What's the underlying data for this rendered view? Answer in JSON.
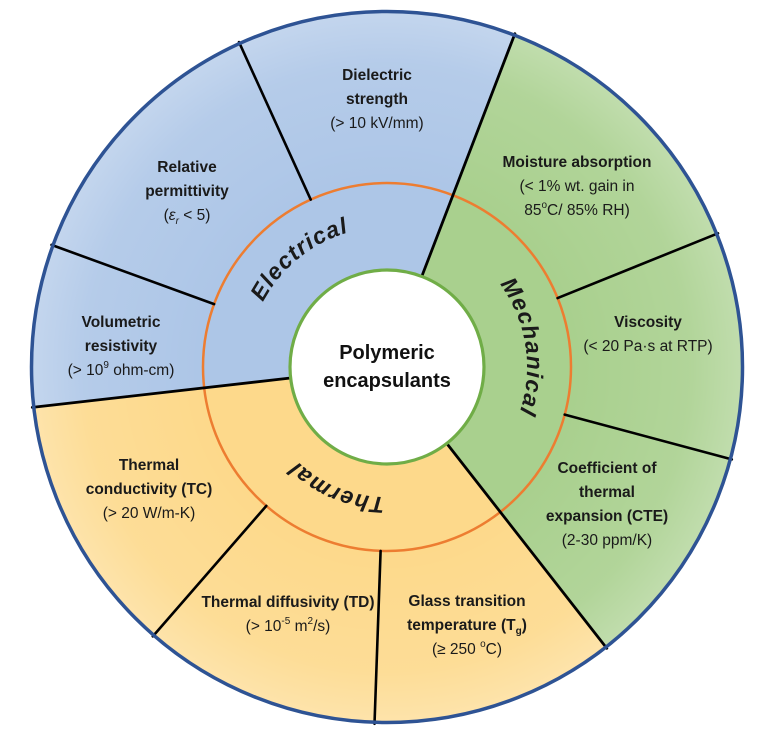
{
  "center": {
    "line1": "Polymeric",
    "line2": "encapsulants"
  },
  "colors": {
    "electrical_fill": "#adc6e7",
    "mechanical_fill": "#a9d08e",
    "thermal_fill": "#fdd98b",
    "outer_ring": "#2e5394",
    "orange_ring": "#ed7d31",
    "green_ring": "#70ad47",
    "divider_line": "#000000"
  },
  "categories": {
    "electrical": {
      "label": "Electrical"
    },
    "mechanical": {
      "label": "Mechanical"
    },
    "thermal": {
      "label": "Thermal"
    }
  },
  "segments": {
    "dielectric": {
      "name1": "Dielectric",
      "name2": "strength",
      "value": "(> 10 kV/mm)"
    },
    "moisture": {
      "name": "Moisture absorption",
      "value1": "(< 1% wt. gain in",
      "value2_pre": "85",
      "value2_sup": "o",
      "value2_post": "C/ 85% RH)"
    },
    "viscosity": {
      "name": "Viscosity",
      "value": "(< 20 Pa·s at RTP)"
    },
    "cte": {
      "name1": "Coefficient of",
      "name2": "thermal",
      "name3": "expansion (CTE)",
      "value": "(2-30 ppm/K)"
    },
    "glass": {
      "name1": "Glass transition",
      "name2_pre": "temperature (T",
      "name2_sub": "g",
      "name2_post": ")",
      "value_pre": "(≥ 250 ",
      "value_sup": "o",
      "value_post": "C)"
    },
    "diffusivity": {
      "name": "Thermal diffusivity (TD)",
      "value_pre": "(> 10",
      "value_sup1": "-5",
      "value_mid": " m",
      "value_sup2": "2",
      "value_post": "/s)"
    },
    "conductivity": {
      "name1": "Thermal",
      "name2": "conductivity (TC)",
      "value": "(> 20 W/m-K)"
    },
    "volumetric": {
      "name1": "Volumetric",
      "name2": "resistivity",
      "value_pre": "(> 10",
      "value_sup": "9",
      "value_post": " ohm-cm)"
    },
    "permittivity": {
      "name1": "Relative",
      "name2": "permittivity",
      "value_pre": "(",
      "value_symbol": "ε",
      "value_sub": "r",
      "value_post": " < 5)"
    }
  }
}
